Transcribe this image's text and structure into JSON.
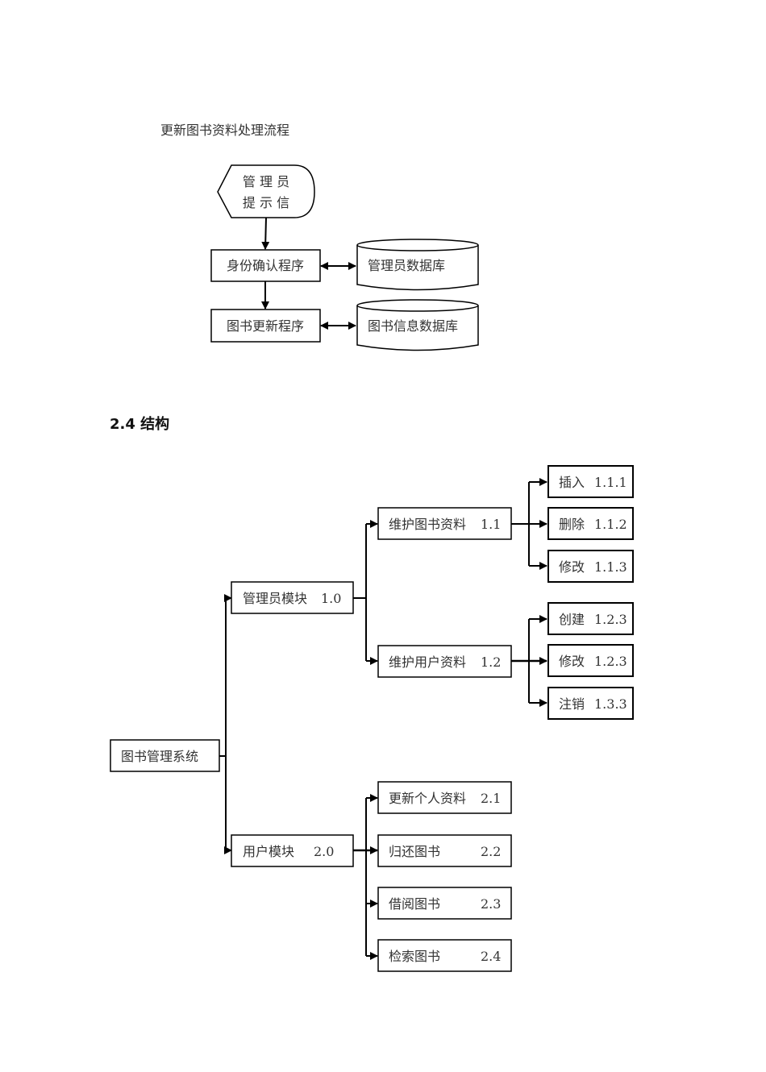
{
  "flow": {
    "title": "更新图书资料处理流程",
    "display": {
      "line1": "管 理 员",
      "line2": "提 示 信"
    },
    "process1": "身份确认程序",
    "process2": "图书更新程序",
    "db1": "管理员数据库",
    "db2": "图书信息数据库"
  },
  "structure": {
    "heading": "2.4 结构",
    "root": {
      "label": "图书管理系统"
    },
    "modules": [
      {
        "label": "管理员模块",
        "code": "1.0",
        "children": [
          {
            "label": "维护图书资料",
            "code": "1.1",
            "children": [
              {
                "label": "插入",
                "code": "1.1.1"
              },
              {
                "label": "删除",
                "code": "1.1.2"
              },
              {
                "label": "修改",
                "code": "1.1.3"
              }
            ]
          },
          {
            "label": "维护用户资料",
            "code": "1.2",
            "children": [
              {
                "label": "创建",
                "code": "1.2.3"
              },
              {
                "label": "修改",
                "code": "1.2.3"
              },
              {
                "label": "注销",
                "code": "1.3.3"
              }
            ]
          }
        ]
      },
      {
        "label": "用户模块",
        "code": "2.0",
        "children": [
          {
            "label": "更新个人资料",
            "code": "2.1"
          },
          {
            "label": "归还图书",
            "code": "2.2"
          },
          {
            "label": "借阅图书",
            "code": "2.3"
          },
          {
            "label": "检索图书",
            "code": "2.4"
          }
        ]
      }
    ]
  }
}
